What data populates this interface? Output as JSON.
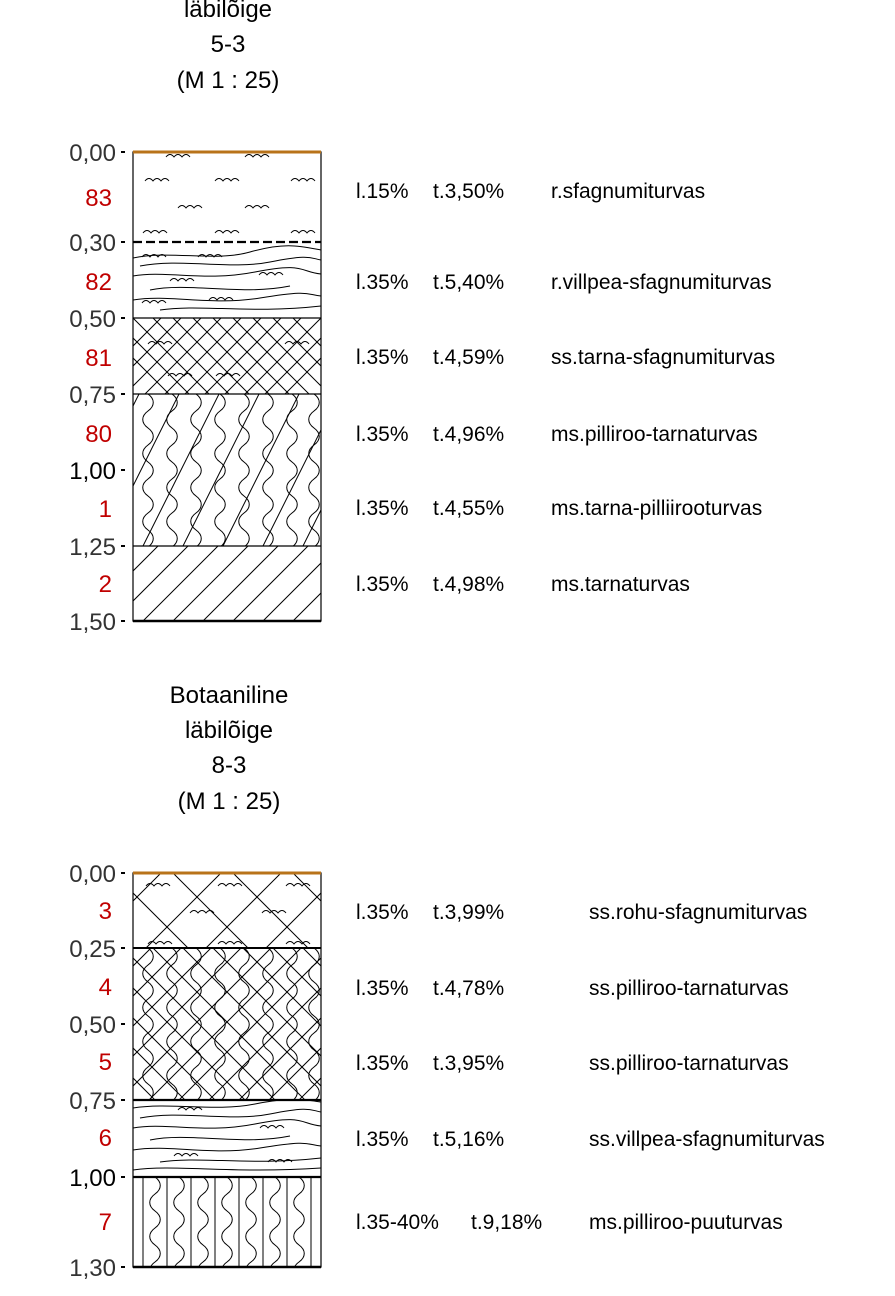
{
  "colors": {
    "sample_number": "#c00000",
    "surface_line": "#b8731a",
    "depth_label": "#333333",
    "outline": "#000000"
  },
  "sections": [
    {
      "title_lines": [
        "läbilõige",
        "5-3",
        "(M 1 : 25)"
      ],
      "depth_labels": [
        "0,00",
        "0,30",
        "0,50",
        "0,75",
        "1,00",
        "1,25",
        "1,50"
      ],
      "layers": [
        {
          "number": "83",
          "top": 0.0,
          "bottom": 0.3,
          "pattern": "sphagnum",
          "ash": "l.15%",
          "moisture": "t.3,50%",
          "type": "r.sfagnumiturvas"
        },
        {
          "number": "82",
          "top": 0.3,
          "bottom": 0.5,
          "pattern": "cottongrass-sphagnum",
          "ash": "l.35%",
          "moisture": "t.5,40%",
          "type": "r.villpea-sfagnumiturvas"
        },
        {
          "number": "81",
          "top": 0.5,
          "bottom": 0.75,
          "pattern": "sedge-sphagnum",
          "ash": "l.35%",
          "moisture": "t.4,59%",
          "type": "ss.tarna-sfagnumiturvas"
        },
        {
          "number": "80",
          "top": 0.75,
          "bottom": 1.0,
          "pattern": "reed-sedge",
          "ash": "l.35%",
          "moisture": "t.4,96%",
          "type": "ms.pilliroo-tarnaturvas"
        },
        {
          "number": "1",
          "top": 1.0,
          "bottom": 1.25,
          "pattern": "reed-sedge",
          "ash": "l.35%",
          "moisture": "t.4,55%",
          "type": "ms.tarna-pilliirooturvas"
        },
        {
          "number": "2",
          "top": 1.25,
          "bottom": 1.5,
          "pattern": "sedge",
          "ash": "l.35%",
          "moisture": "t.4,98%",
          "type": "ms.tarnaturvas"
        }
      ]
    },
    {
      "title_lines": [
        "Botaaniline",
        "läbilõige",
        "8-3",
        "(M 1 : 25)"
      ],
      "depth_labels": [
        "0,00",
        "0,25",
        "0,50",
        "0,75",
        "1,00",
        "1,30"
      ],
      "layers": [
        {
          "number": "3",
          "top": 0.0,
          "bottom": 0.25,
          "pattern": "herb-sphagnum",
          "ash": "l.35%",
          "moisture": "t.3,99%",
          "type": "ss.rohu-sfagnumiturvas"
        },
        {
          "number": "4",
          "top": 0.25,
          "bottom": 0.5,
          "pattern": "reed-sedge-dense",
          "ash": "l.35%",
          "moisture": "t.4,78%",
          "type": "ss.pilliroo-tarnaturvas"
        },
        {
          "number": "5",
          "top": 0.5,
          "bottom": 0.75,
          "pattern": "reed-sedge-dense",
          "ash": "l.35%",
          "moisture": "t.3,95%",
          "type": "ss.pilliroo-tarnaturvas"
        },
        {
          "number": "6",
          "top": 0.75,
          "bottom": 1.0,
          "pattern": "cottongrass-sphagnum",
          "ash": "l.35%",
          "moisture": "t.5,16%",
          "type": "ss.villpea-sfagnumiturvas"
        },
        {
          "number": "7",
          "top": 1.0,
          "bottom": 1.3,
          "pattern": "reed-wood",
          "ash": "l.35-40%",
          "moisture": "t.9,18%",
          "type": "ms.pilliroo-puuturvas"
        }
      ]
    }
  ]
}
